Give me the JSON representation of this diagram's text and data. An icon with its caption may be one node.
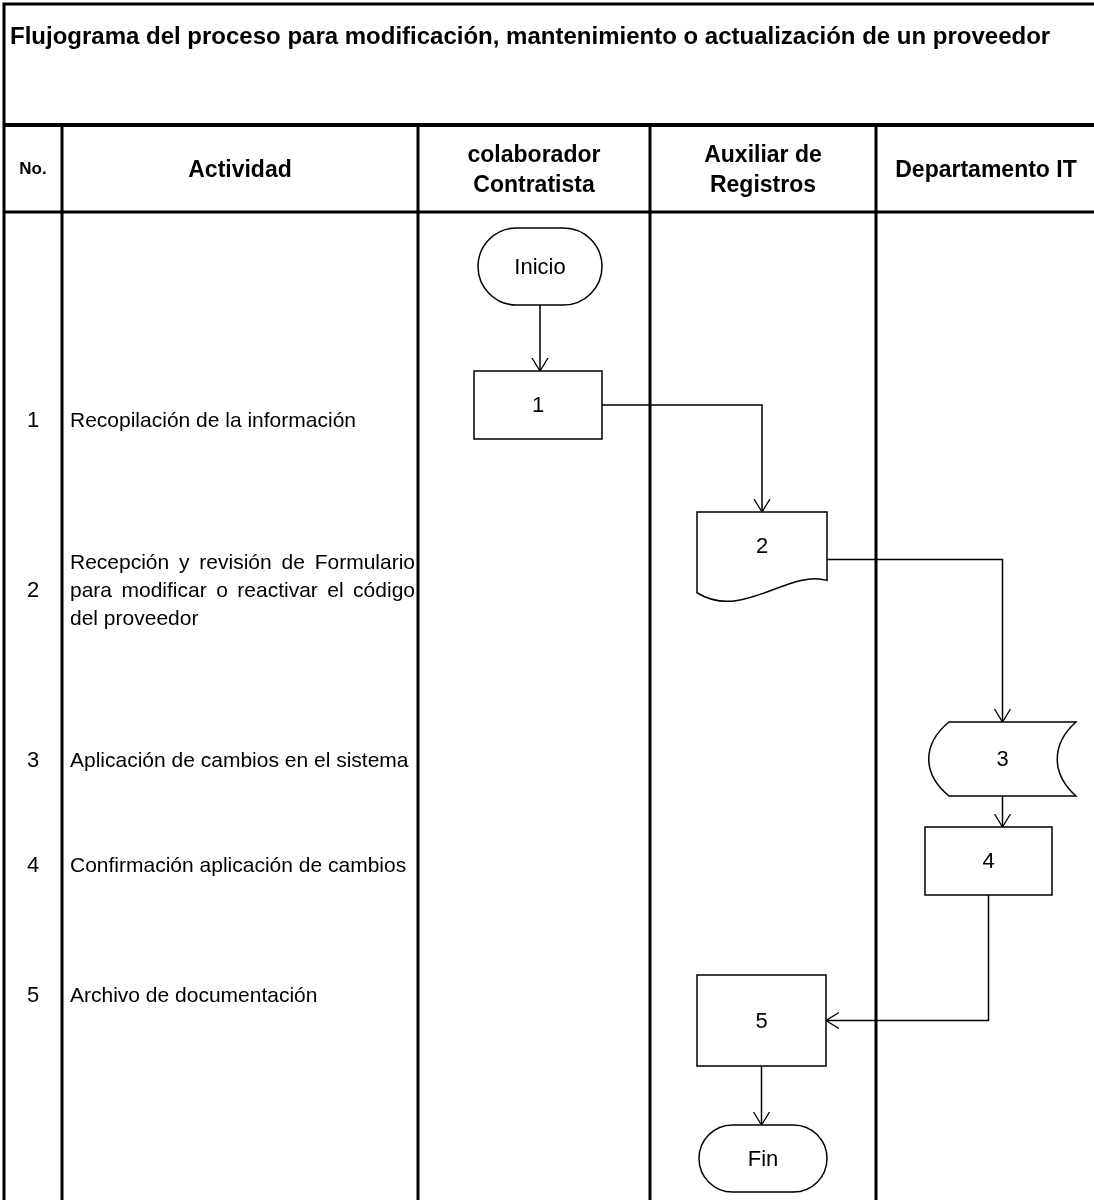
{
  "diagram": {
    "title": "Flujograma del proceso para modificación, mantenimiento o actualización de un proveedor",
    "nodes": [
      {
        "text": [
          "Inicio"
        ]
      },
      {
        "text": [
          "1"
        ]
      },
      {
        "text": [
          "2"
        ]
      },
      {
        "text": [
          "3"
        ]
      },
      {
        "text": [
          "4"
        ]
      },
      {
        "text": [
          "5"
        ]
      },
      {
        "text": [
          "Fin"
        ]
      }
    ],
    "edges": [
      {
        "from": 0,
        "to": 1,
        "arrow": "to"
      },
      {
        "from": 1,
        "to": 2,
        "arrow": "to"
      },
      {
        "from": 2,
        "to": 3,
        "arrow": "to"
      },
      {
        "from": 3,
        "to": 4,
        "arrow": "to"
      },
      {
        "from": 4,
        "to": 5,
        "arrow": "to"
      },
      {
        "from": 5,
        "to": 6,
        "arrow": "to"
      }
    ],
    "labels": [
      "No.",
      "Actividad",
      "colaborador Contratista",
      "Auxiliar de Registros",
      "Departamento IT",
      "1",
      "Recopilación de la información",
      "2",
      "Recepción y revisión de Formulario para modificar o reactivar el código del proveedor",
      "3",
      "Aplicación de cambios en el sistema",
      "4",
      "Confirmación aplicación de cambios",
      "5",
      "Archivo de documentación"
    ]
  }
}
